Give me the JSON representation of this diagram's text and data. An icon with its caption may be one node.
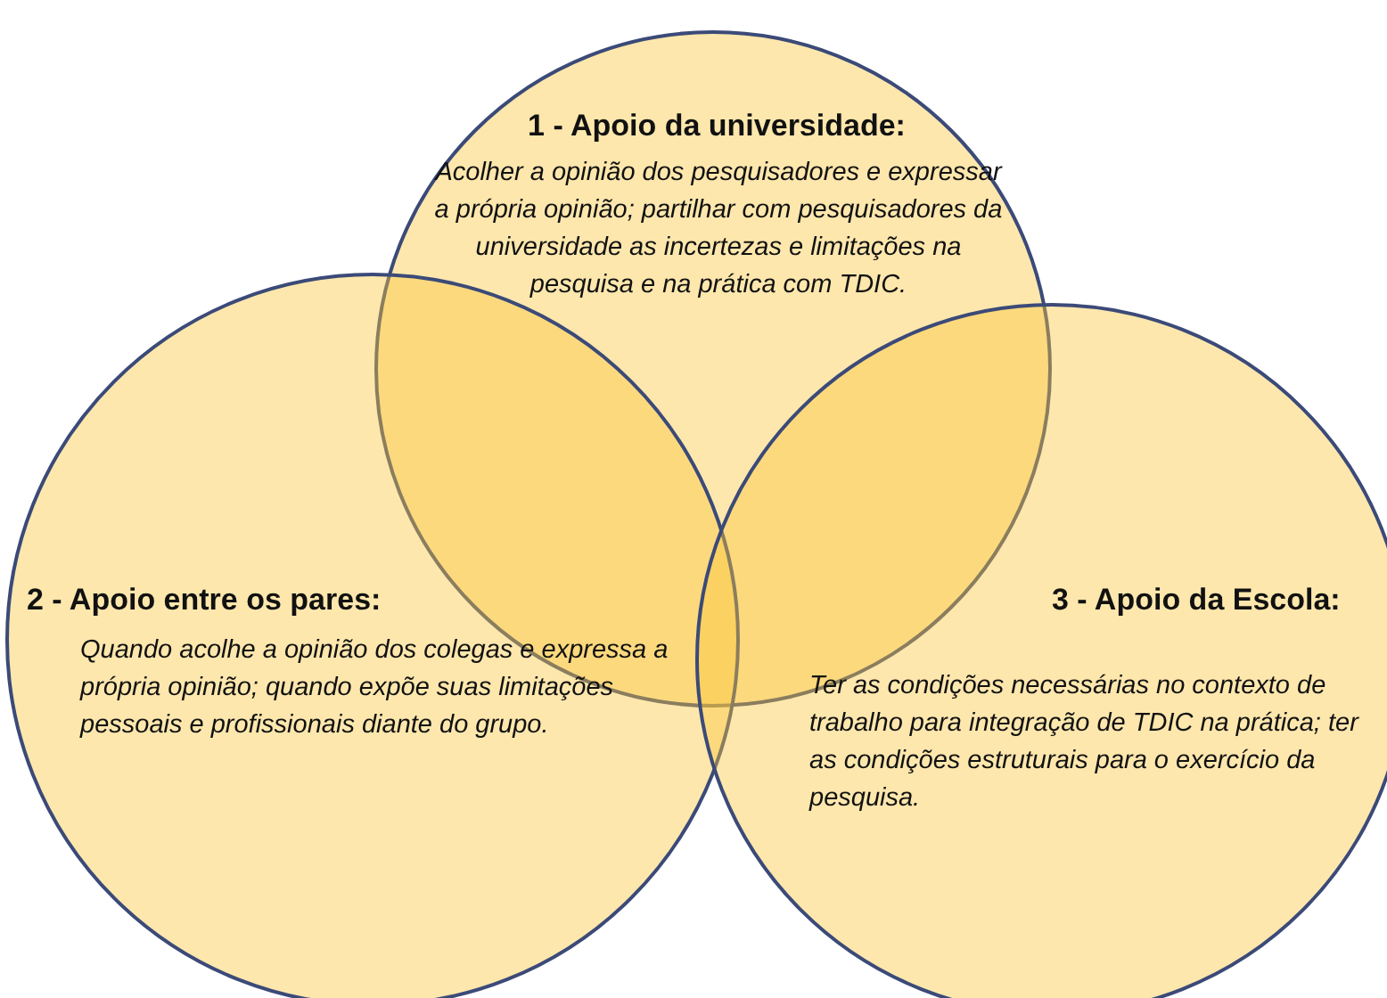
{
  "diagram": {
    "nodes": [
      {
        "text": [
          "1 - Apoio da universidade:",
          "Acolher a opinião dos pesquisadores e expressar a própria opinião;  partilhar com pesquisadores da universidade as incertezas e limitações na pesquisa e na prática com TDIC."
        ]
      },
      {
        "text": [
          "2 - Apoio entre os pares:",
          "Quando acolhe a opinião dos colegas e expressa a própria opinião; quando expõe suas limitações pessoais e profissionais diante do grupo."
        ]
      },
      {
        "text": [
          "3 - Apoio da Escola:",
          "Ter as condições necessárias no contexto de trabalho para integração de TDIC na prática; ter as condições estruturais para o exercício da pesquisa."
        ]
      }
    ]
  }
}
